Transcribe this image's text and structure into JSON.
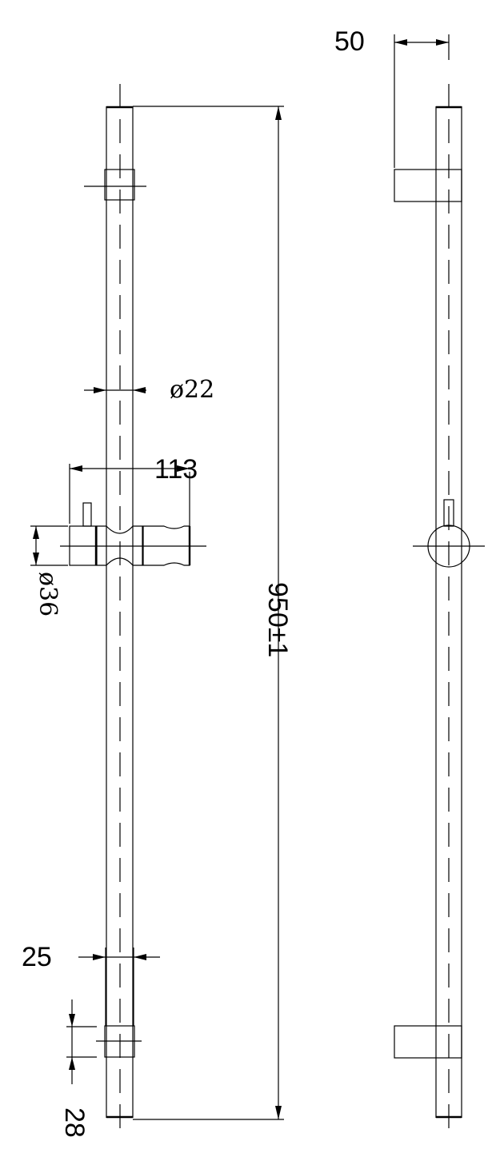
{
  "drawing": {
    "dimensions": {
      "total_length": "950±1",
      "rod_diameter": "ø22",
      "holder_width": "113",
      "holder_diameter": "ø36",
      "bracket_depth": "50",
      "bracket_width": "25",
      "bracket_height": "28"
    }
  }
}
